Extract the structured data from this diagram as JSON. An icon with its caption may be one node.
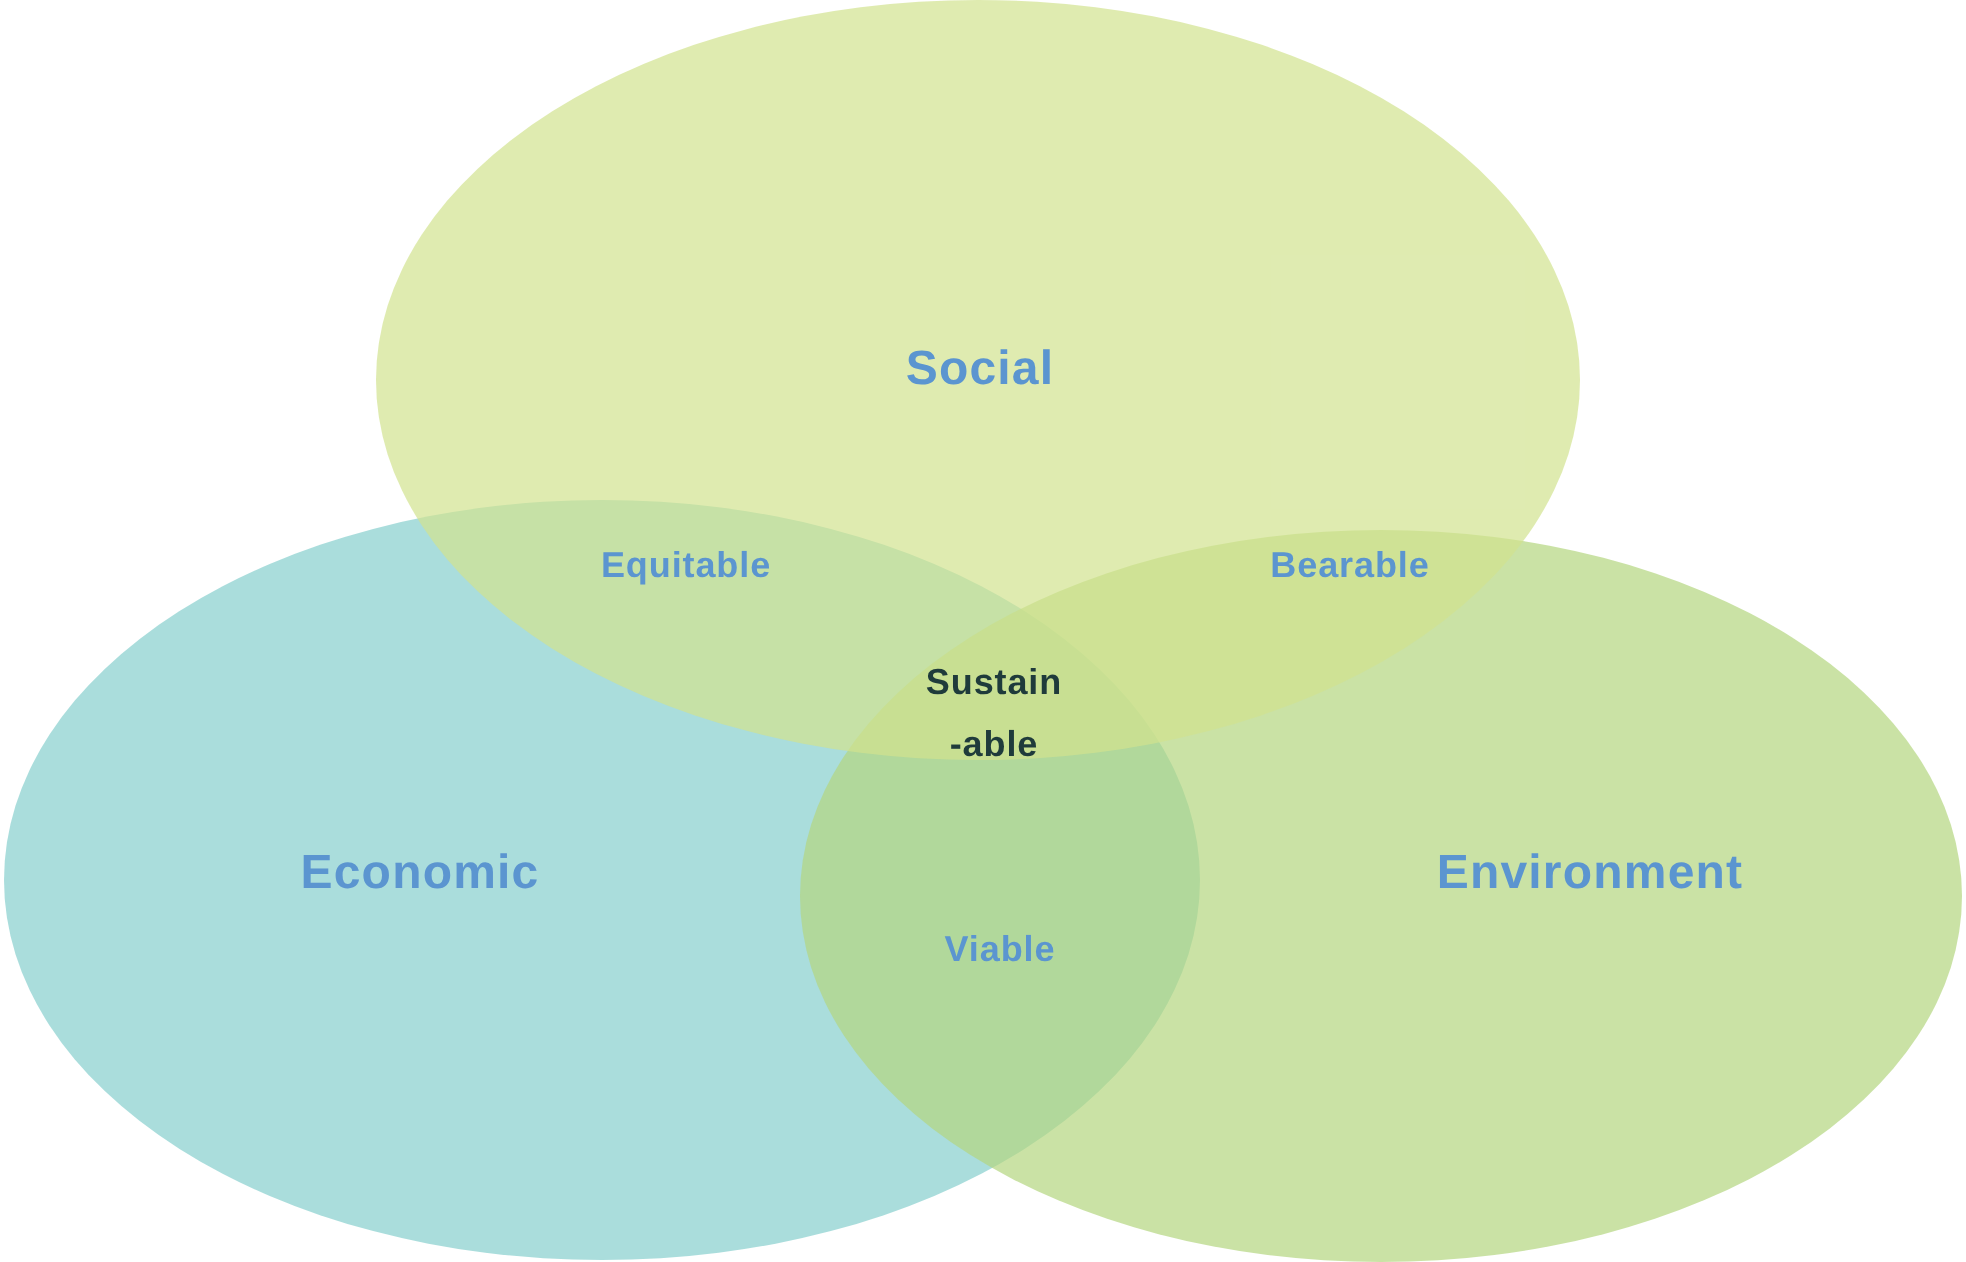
{
  "diagram": {
    "nodes": [
      {
        "text": [
          "Social"
        ]
      },
      {
        "text": [
          "Economic"
        ]
      },
      {
        "text": [
          "Environment"
        ]
      }
    ],
    "labels": [
      "Equitable",
      "Bearable",
      "Sustain -able",
      "Viable"
    ]
  }
}
